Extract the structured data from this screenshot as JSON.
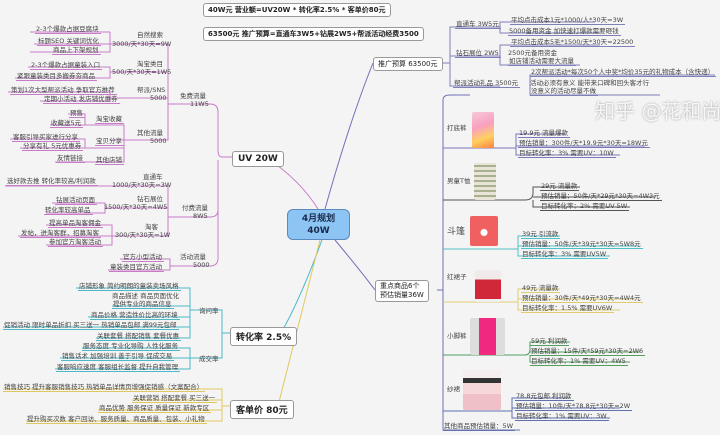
{
  "header": {
    "formula_revenue": "40W元 营业额=UV20W * 转化率2.5% * 客单价80元",
    "formula_budget": "63500元 推广预算=直通车3W5+钻展2W5+帮派活动经费3500"
  },
  "center": {
    "title": "4月规划",
    "value": "40W"
  },
  "uv": {
    "label": "UV 20W",
    "free": {
      "label": "免费流量",
      "value": "11W5",
      "natural": {
        "label": "自然搜索",
        "value": "3000/天*30天=9W",
        "items": [
          "2-3个爆款占据豆腐块",
          "标题SEO 关键词优化",
          "商品上下架规划"
        ]
      },
      "category": {
        "label": "淘宝类目",
        "value": "500/天*30天=1W5",
        "items": [
          "2-3个爆款占据童装入口",
          "紧跟童装类目多搬券夯商品"
        ]
      },
      "sns": {
        "label": "帮派/SNS",
        "value": "5000",
        "items": [
          "策划1次大型帮派活动 争取官方推荐",
          "定期小活动 发店铺优惠券"
        ]
      },
      "other": {
        "label": "其他流量",
        "value": "5000",
        "favorites": {
          "label": "淘宝收藏",
          "items": [
            "预售",
            "收藏送5元"
          ]
        },
        "share": {
          "label": "宝贝分享",
          "items": [
            "客服引导买家进行分享",
            "分享有礼 5元优惠券"
          ]
        },
        "shops": {
          "label": "其他店铺",
          "items": [
            "友情链接"
          ]
        }
      }
    },
    "paid": {
      "label": "付费流量",
      "value": "8W5",
      "ztc": {
        "label": "直通车",
        "value": "1000/天*30天=3W",
        "items": [
          "选好款去推 转化率较高/利润款"
        ]
      },
      "zs": {
        "label": "钻石展位",
        "value": "1500/天*30天=4W5",
        "items": [
          "钻展活动页面",
          "转化率较高单品"
        ]
      },
      "tk": {
        "label": "淘客",
        "value": "300/天*30天=1W",
        "items": [
          "提高单品淘客佣金",
          "发帖，进淘客群，招募淘客",
          "参加官方淘客活动"
        ]
      }
    },
    "activity": {
      "label": "活动流量",
      "value": "5000",
      "items": [
        "官方小型活动",
        "童装类目官方活动"
      ]
    }
  },
  "conversion": {
    "label": "转化率 2.5%",
    "inquiry": {
      "label": "询问率",
      "items": [
        "店铺形象 简约明朗的童装卖场风格",
        "商品描述 商品页面优化",
        "提供专业的商品信息",
        "商品价格 营造性价比高的环境",
        "促销活动 限时单品折扣 买三送一 热销单品包邮 满99元包邮",
        "关联套餐 搭配销售 套餐优惠"
      ]
    },
    "deal": {
      "label": "成交率",
      "items": [
        "服务态度 专业化导购 人性化服务",
        "销售话术 加强培训 善于引导 促成交易",
        "客服响应速度 客服组长监督 提升自我管理"
      ]
    }
  },
  "aov": {
    "label": "客单价 80元",
    "items": [
      "销售技巧 提升客服销售技巧 热销单品详情页增强促销感（文案配合）",
      "关联营销 搭配套餐 买三送一",
      "商品优势 服务保证 质量保证 新款专区",
      "提升购买次数 客户回访、服务质量、商品质量、包装、小礼物"
    ]
  },
  "budget": {
    "label": "推广预算 63500元",
    "ztc": {
      "label": "直通车 3W5元",
      "items": [
        "平均点击成本1元*1000/人*30天=3W",
        "5000备用资金 加快速打爆款需要砸钱"
      ]
    },
    "zs": {
      "label": "钻石展位 2W5",
      "items": [
        "平均点击成本5毛*1500/天*30天=22500",
        "2500元备用资金",
        "如店铺活动需要大流量"
      ]
    },
    "gift": {
      "label": "帮派活动礼品 3500元",
      "items": [
        "2次帮派活动*每次50个人中奖*均价35元的礼物成本（含快递）",
        "活动必须有意义 能带来口碑和回头客才行",
        "没意义的活动尽量不做"
      ]
    }
  },
  "products": {
    "label_line1": "重点商品6个",
    "label_line2": "预估销量36W",
    "items": [
      {
        "name": "打底裤",
        "price": "19.9元 流量爆款",
        "sales": "预估销量：300件/天*19.9元*30天=18W元",
        "target": "目标转化率：3%  需要UV：10W"
      },
      {
        "name": "男童T恤",
        "price": "29元 流量款",
        "sales": "预估销量：50件/天*29元*30天=4W3元",
        "target": "目标转化率：2%  需要UV 5W"
      },
      {
        "name": "斗篷",
        "price": "39元 引流款",
        "sales": "预估销量：50件/天*39元*30天=5W8元",
        "target": "目标转化率：3%  需要UV5W"
      },
      {
        "name": "红裙子",
        "price": "49元 流量款",
        "sales": "预估销量：30件/天*49元*30天=4W4元",
        "target": "目标转化率：1.5%  需要UV6W"
      },
      {
        "name": "小脚裤",
        "price": "59元 利润款",
        "sales": "预估销量：15件/天*59元*30天=2W6",
        "target": "目标转化率：1%  需要UV：4W5"
      },
      {
        "name": "纱裙",
        "price": "78.8元包邮 利润款",
        "sales": "预估销量：10件/天*78.8元*30天=2W",
        "target": "目标转化率：1%  需要UV：3W"
      }
    ],
    "other": "其他商品预估销量：5W"
  },
  "watermark": "知乎 @花和尚",
  "colors": {
    "uv": "#c87cc8",
    "conversion": "#4cb8c8",
    "aov": "#e0c860",
    "budget": "#8080b8",
    "center": "#8cc4f4"
  }
}
